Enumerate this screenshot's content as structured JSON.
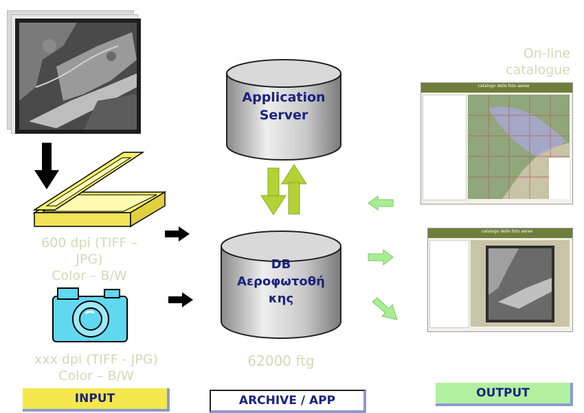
{
  "input": {
    "scanner_caption": [
      "600 dpi (TIFF –",
      "JPG)",
      "Color – B/W"
    ],
    "camera_caption": [
      "xxx dpi (TIFF - JPG)",
      "Color – B/W"
    ],
    "label": "INPUT"
  },
  "archive": {
    "server_lines": [
      "Application",
      "Server"
    ],
    "db_lines": [
      "DB",
      "Αεροφωτοθή",
      "κης"
    ],
    "count_caption": "62000  ftg",
    "label": "ARCHIVE / APP"
  },
  "output": {
    "catalogue_lines": [
      "On-line",
      "catalogue"
    ],
    "screen_title_top": "catalogo delle foto aeree",
    "screen_title_bottom": "catalogo delle foto aeree",
    "label": "OUTPUT"
  },
  "colors": {
    "faint_text": "#d4d8b8",
    "navy_text": "#1a237e",
    "input_label_bg": "#f4e84c",
    "output_label_bg": "#b2f0a0",
    "arrow_green": "#b2d235",
    "arrow_light_green": "#a8ee90"
  }
}
